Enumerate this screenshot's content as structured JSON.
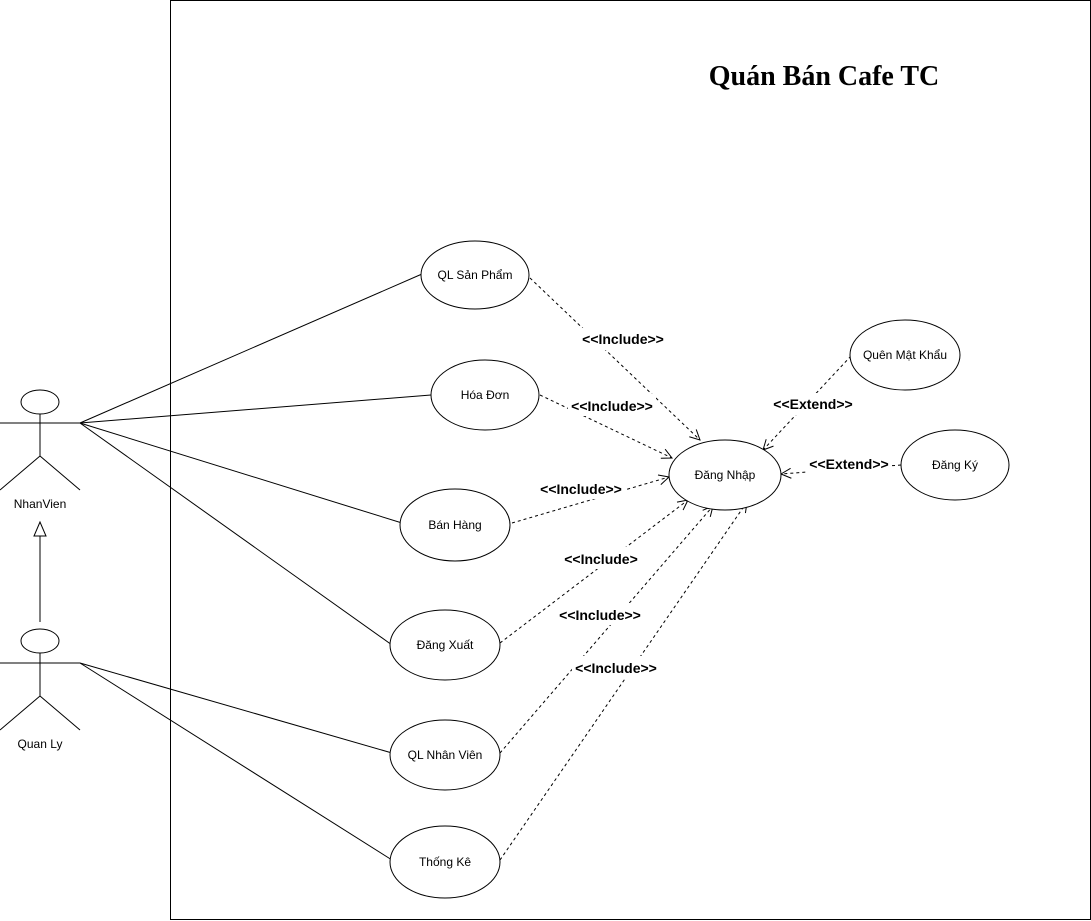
{
  "system": {
    "title": "Quán Bán Cafe TC"
  },
  "actors": {
    "nhanvien": "NhanVien",
    "quanly": "Quan Ly"
  },
  "usecases": {
    "ql_san_pham": "QL Sản Phẩm",
    "hoa_don": "Hóa Đơn",
    "ban_hang": "Bán Hàng",
    "dang_xuat": "Đăng Xuất",
    "ql_nhan_vien": "QL Nhân Viên",
    "thong_ke": "Thống Kê",
    "dang_nhap": "Đăng Nhập",
    "quen_mat_khau": "Quên Mật Khẩu",
    "dang_ky": "Đăng Ký"
  },
  "relations": {
    "include_ql_san_pham": "<<Include>>",
    "include_hoa_don": "<<Include>>",
    "include_ban_hang": "<<Include>>",
    "include_dang_xuat": "<<Include>",
    "include_ql_nhan_vien": "<<Include>>",
    "include_thong_ke": "<<Include>>",
    "extend_quen_mat_khau": "<<Extend>>",
    "extend_dang_ky": "<<Extend>>"
  }
}
